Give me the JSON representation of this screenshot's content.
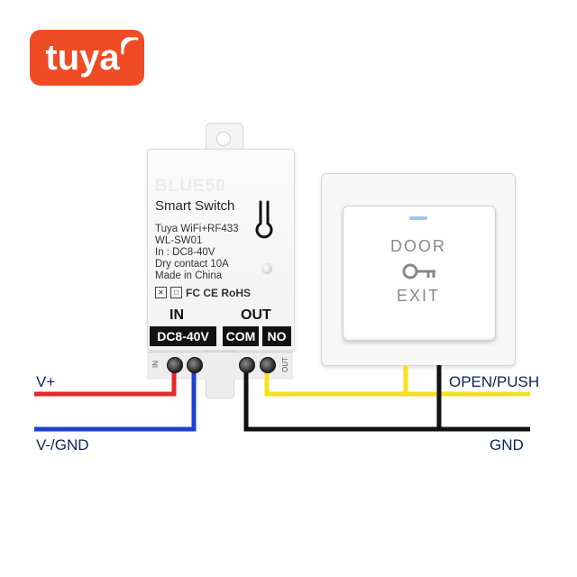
{
  "logo": {
    "text": "tuya",
    "color": "#ef4c26"
  },
  "module": {
    "brand": "BLUE50",
    "title": "Smart Switch",
    "specs": [
      "Tuya WiFi+RF433",
      "WL-SW01",
      "In : DC8-40V",
      "Dry contact 10A",
      "Made in China"
    ],
    "certs": "FC CE RoHS",
    "in_label": "IN",
    "out_label": "OUT",
    "in_tag": "DC8-40V",
    "com_tag": "COM",
    "no_tag": "NO",
    "term_in": "IN",
    "term_out": "OUT",
    "icon": "touch-switch-icon"
  },
  "exit_button": {
    "line1": "DOOR",
    "line2": "EXIT",
    "icon": "key-icon",
    "indicator_color": "#9fc6ee"
  },
  "wires": {
    "vplus": {
      "label": "V+",
      "color": "#e8262a"
    },
    "vminus": {
      "label": "V-/GND",
      "color": "#1c3fd6"
    },
    "open": {
      "label": "OPEN/PUSH",
      "color": "#f5e21b"
    },
    "gnd": {
      "label": "GND",
      "color": "#111111"
    }
  }
}
